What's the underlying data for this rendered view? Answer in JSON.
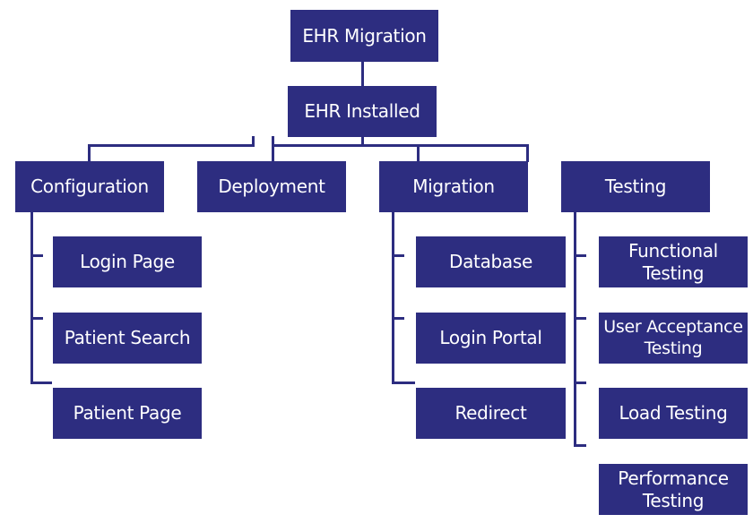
{
  "colors": {
    "box_fill": "#2d2d80",
    "text": "#ffffff",
    "connector": "#2d2d80"
  },
  "root": "EHR Migration",
  "level1": "EHR Installed",
  "phases": [
    {
      "label": "Configuration",
      "tasks": [
        "Login Page",
        "Patient Search",
        "Patient Page"
      ]
    },
    {
      "label": "Deployment",
      "tasks": []
    },
    {
      "label": "Migration",
      "tasks": [
        "Database",
        "Login Portal",
        "Redirect"
      ]
    },
    {
      "label": "Testing",
      "tasks": [
        "Functional\nTesting",
        "User Acceptance\nTesting",
        "Load Testing",
        "Performance\nTesting"
      ]
    }
  ]
}
